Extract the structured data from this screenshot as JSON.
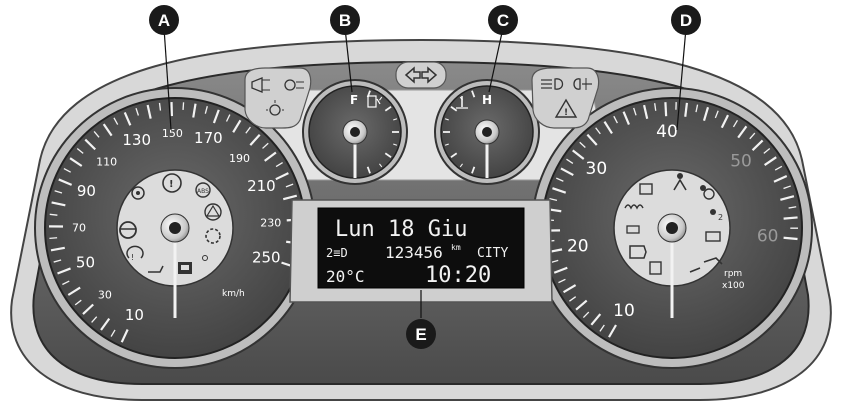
{
  "callouts": {
    "a": "A",
    "b": "B",
    "c": "C",
    "d": "D",
    "e": "E"
  },
  "speedometer": {
    "tick_labels": [
      "10",
      "30",
      "50",
      "70",
      "90",
      "110",
      "130",
      "150",
      "170",
      "190",
      "210",
      "230",
      "250"
    ],
    "unit": "km/h"
  },
  "fuel_gauge": {
    "full_label": "F"
  },
  "temp_gauge": {
    "hot_label": "H"
  },
  "tachometer": {
    "tick_labels": [
      "10",
      "20",
      "30",
      "40",
      "50",
      "60"
    ],
    "unit_top": "rpm",
    "unit_bottom": "x100"
  },
  "display": {
    "date_line": "Lun 18 Giu",
    "gear_indicator": "2≡D",
    "odometer": "123456",
    "odometer_unit": "km",
    "drive_mode": "CITY",
    "outside_temp": "20°C",
    "clock": "10:20"
  },
  "colors": {
    "panel": "#5a5a5a",
    "bezel_dark": "#3a3a3a",
    "dial": "#4d4d4d",
    "dial_inner": "#777777",
    "callout": "#1a1a1a"
  },
  "icons": [
    "fog-light-icon",
    "rear-fog-light-icon",
    "position-light-icon",
    "turn-signal-arrows-icon",
    "high-beam-icon",
    "hazard-triangle-icon",
    "fuel-pump-icon",
    "coolant-thermometer-icon",
    "steering-wheel-icon",
    "tire-pressure-icon",
    "brake-warning-icon",
    "abs-icon",
    "airbag-icon",
    "battery-icon",
    "oil-can-icon",
    "engine-check-icon",
    "glow-plug-icon",
    "door-open-icon",
    "seatbelt-icon"
  ]
}
